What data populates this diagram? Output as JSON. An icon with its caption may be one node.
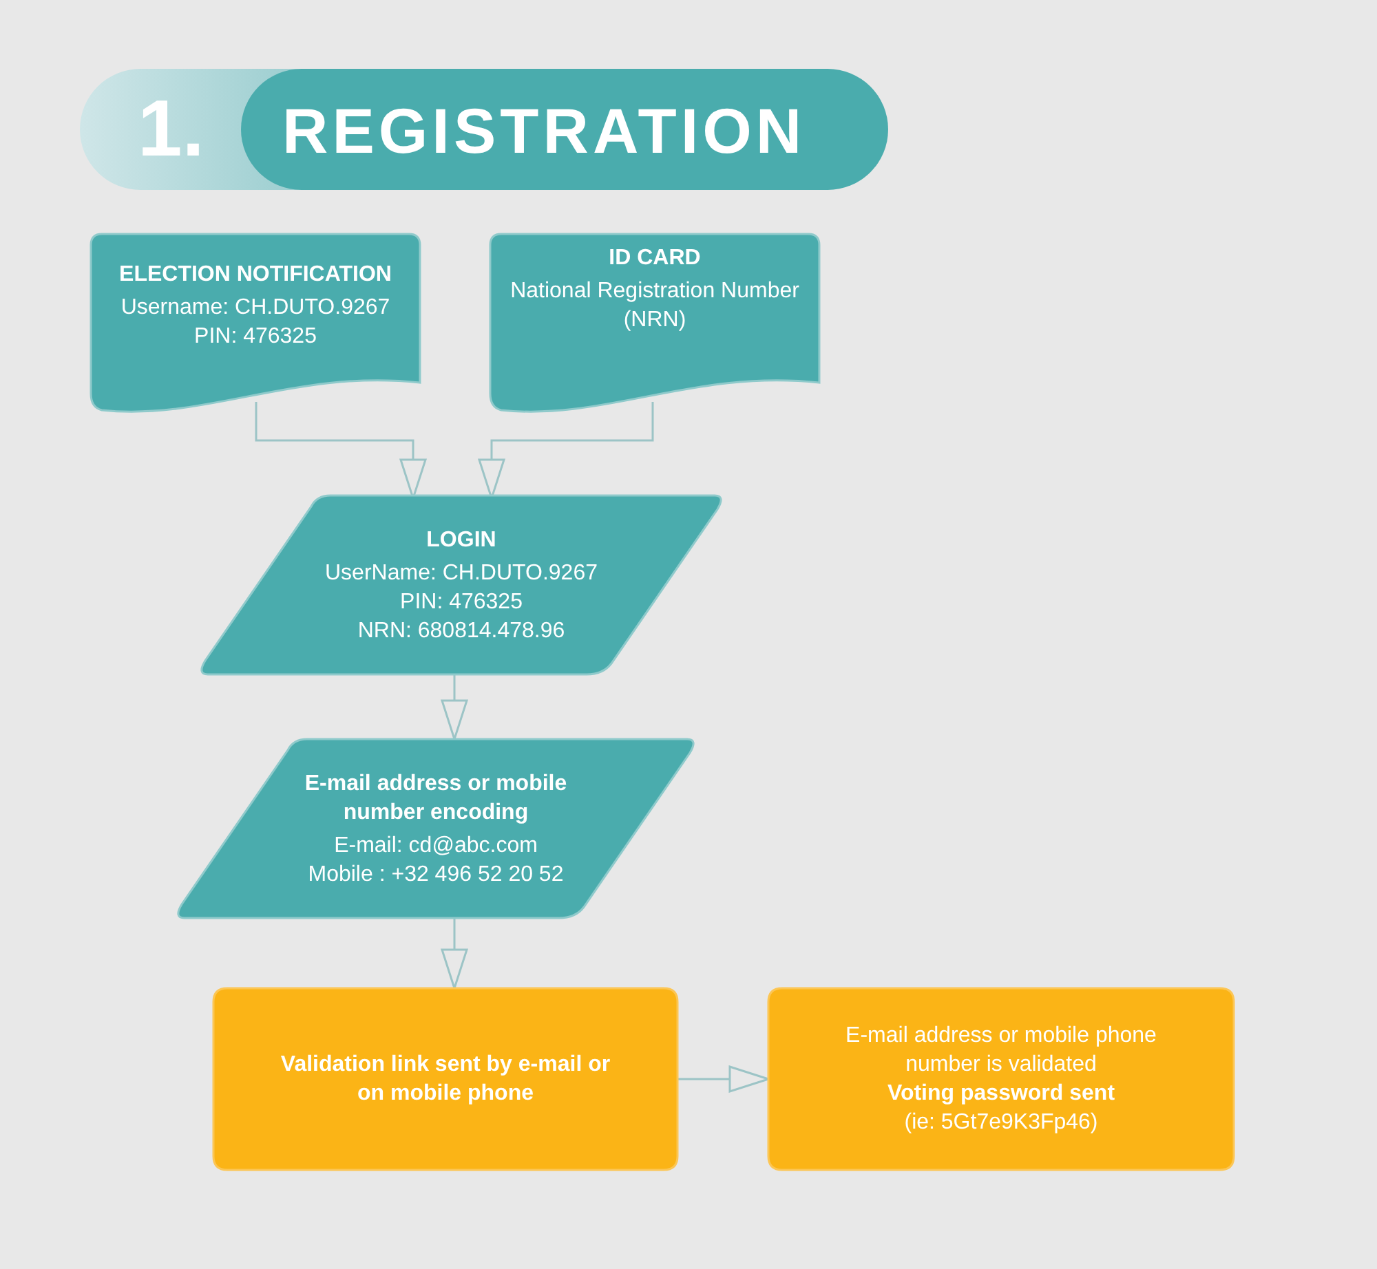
{
  "diagram": {
    "title": "REGISTRATION",
    "labels": [
      "1."
    ],
    "nodes": [
      {
        "text": [
          "ELECTION NOTIFICATION",
          "Username: CH.DUTO.9267",
          "PIN: 476325"
        ]
      },
      {
        "text": [
          "ID CARD",
          "National Registration Number (NRN)"
        ]
      },
      {
        "text": [
          "LOGIN",
          "UserName: CH.DUTO.9267",
          "PIN: 476325",
          "NRN: 680814.478.96"
        ]
      },
      {
        "text": [
          "E-mail address or mobile number encoding",
          "E-mail: cd@abc.com",
          "Mobile : +32 496 52 20 52"
        ]
      },
      {
        "text": [
          "Validation link sent by e-mail or on mobile phone"
        ]
      },
      {
        "text": [
          "E-mail address or mobile phone number is validated",
          "Voting password sent",
          "(ie: 5Gt7e9K3Fp46)"
        ]
      }
    ],
    "edges": [
      {
        "from": 0,
        "to": 2,
        "arrow": "to"
      },
      {
        "from": 1,
        "to": 2,
        "arrow": "to"
      },
      {
        "from": 2,
        "to": 3,
        "arrow": "to"
      },
      {
        "from": 3,
        "to": 4,
        "arrow": "to"
      },
      {
        "from": 4,
        "to": 5,
        "arrow": "to"
      }
    ]
  }
}
